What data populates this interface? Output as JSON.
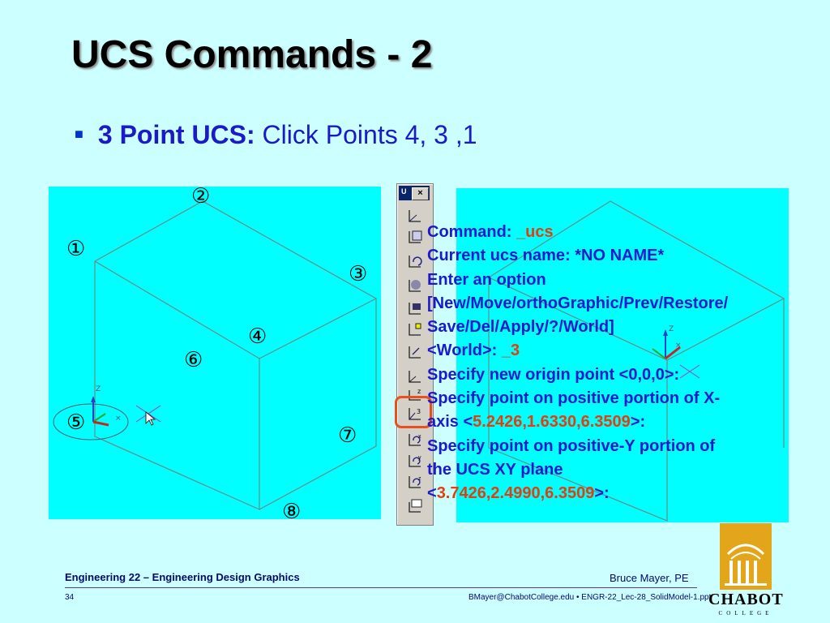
{
  "slide": {
    "title": "UCS Commands - 2",
    "bullet_bold": "3 Point UCS:",
    "bullet_text": " Click Points 4, 3 ,1"
  },
  "diagram": {
    "markers": [
      "②",
      "①",
      "③",
      "④",
      "⑥",
      "⑤",
      "⑦",
      "⑧"
    ]
  },
  "toolbar": {
    "title_badge": "U",
    "close_label": "×"
  },
  "command_log": {
    "line1_label": "Command: ",
    "line1_value": "_ucs",
    "line2": "Current ucs name:  *NO NAME*",
    "line3": "Enter an option",
    "line4": "[New/Move/orthoGraphic/Prev/Restore/",
    "line5": "Save/Del/Apply/?/World]",
    "line6_label": "<World>: ",
    "line6_value": "_3",
    "line7": "Specify new origin point <0,0,0>:",
    "line8": "Specify point on positive portion of X-",
    "line9_prefix": "axis <",
    "line9_value": "5.2426,1.6330,6.3509",
    "line9_suffix": ">:",
    "line10": "Specify point on positive-Y portion of",
    "line11": "the UCS XY plane",
    "line12_prefix": "<",
    "line12_value": "3.7426,2.4990,6.3509",
    "line12_suffix": ">:"
  },
  "footer": {
    "course": "Engineering 22 – Engineering Design Graphics",
    "author": "Bruce Mayer, PE",
    "page_number": "34",
    "info": "BMayer@ChabotCollege.edu  • ENGR-22_Lec-28_SolidModel-1.ppt"
  },
  "logo": {
    "name": "CHABOT",
    "sub": "COLLEGE"
  },
  "colors": {
    "background": "#ccffff",
    "panel": "#00ffff",
    "text_blue": "#1a1acc",
    "highlight": "#e04010"
  }
}
